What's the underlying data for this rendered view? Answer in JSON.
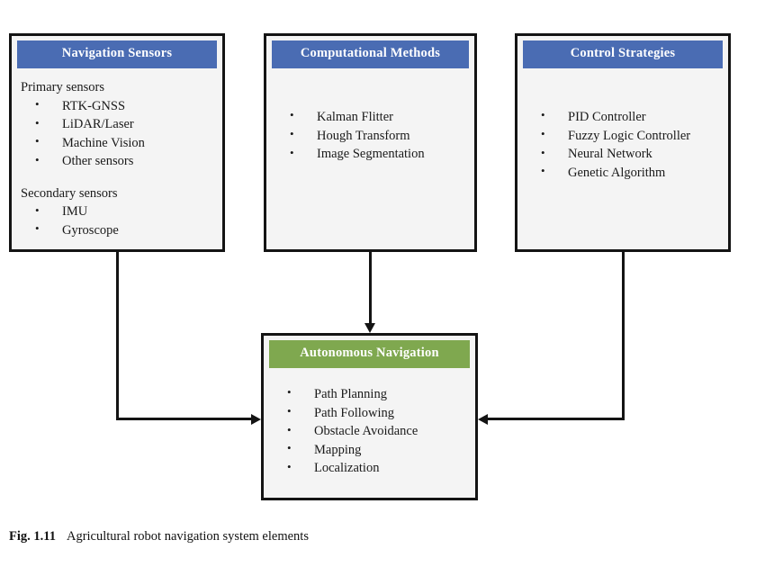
{
  "figure": {
    "label": "Fig. 1.11",
    "caption": "Agricultural robot navigation system elements"
  },
  "colors": {
    "header_blue": "#4a6cb3",
    "header_green": "#7fa84f",
    "box_fill": "#f4f4f4",
    "border": "#141414",
    "connector": "#141414",
    "header_text": "#ffffff"
  },
  "nodes": {
    "navigation_sensors": {
      "title": "Navigation Sensors",
      "header_color": "#4a6cb3",
      "groups": [
        {
          "title": "Primary sensors",
          "items": [
            "RTK-GNSS",
            "LiDAR/Laser",
            "Machine Vision",
            "Other sensors"
          ]
        },
        {
          "title": "Secondary sensors",
          "items": [
            "IMU",
            "Gyroscope"
          ]
        }
      ]
    },
    "computational_methods": {
      "title": "Computational Methods",
      "header_color": "#4a6cb3",
      "items": [
        "Kalman Flitter",
        "Hough Transform",
        "Image Segmentation"
      ]
    },
    "control_strategies": {
      "title": "Control Strategies",
      "header_color": "#4a6cb3",
      "items": [
        "PID Controller",
        "Fuzzy Logic Controller",
        "Neural Network",
        "Genetic Algorithm"
      ]
    },
    "autonomous_navigation": {
      "title": "Autonomous Navigation",
      "header_color": "#7fa84f",
      "items": [
        "Path Planning",
        "Path Following",
        "Obstacle Avoidance",
        "Mapping",
        "Localization"
      ]
    }
  },
  "connectors": [
    {
      "name": "navigation-sensors-to-autonomous",
      "from": "navigation_sensors",
      "to": "autonomous_navigation",
      "arrow": "right"
    },
    {
      "name": "computational-methods-to-autonomous",
      "from": "computational_methods",
      "to": "autonomous_navigation",
      "arrow": "down"
    },
    {
      "name": "control-strategies-to-autonomous",
      "from": "control_strategies",
      "to": "autonomous_navigation",
      "arrow": "left"
    }
  ]
}
